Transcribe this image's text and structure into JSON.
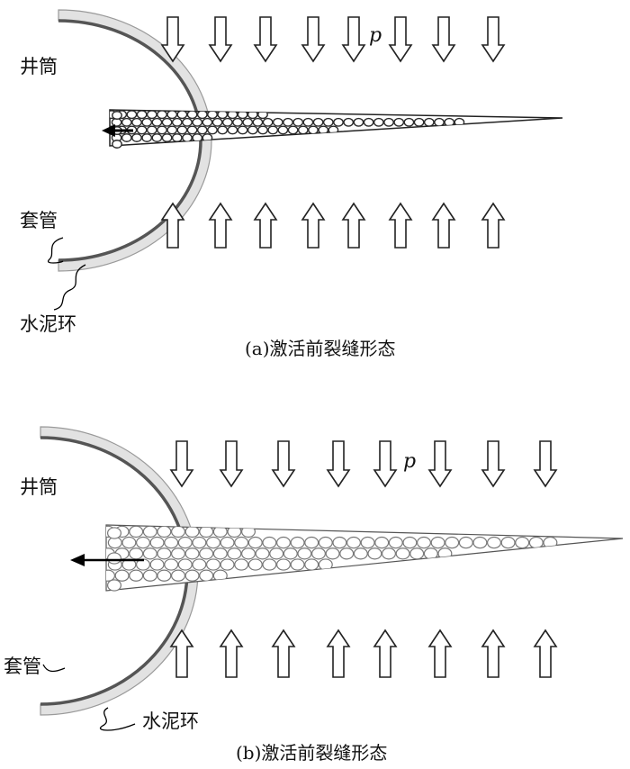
{
  "panel_a": {
    "label_wellbore": "井筒",
    "label_casing": "套管",
    "label_cement": "水泥环",
    "label_pressure": "p",
    "caption": "(a)激活前裂缝形态"
  },
  "panel_b": {
    "label_wellbore": "井筒",
    "label_casing": "套管",
    "label_cement": "水泥环",
    "label_pressure": "p",
    "caption": "(b)激活前裂缝形态"
  },
  "colors": {
    "cement_fill": "#e2e2e2",
    "casing": "#555555",
    "proppant_a": "#2a2a2a",
    "proppant_b": "#777777"
  }
}
